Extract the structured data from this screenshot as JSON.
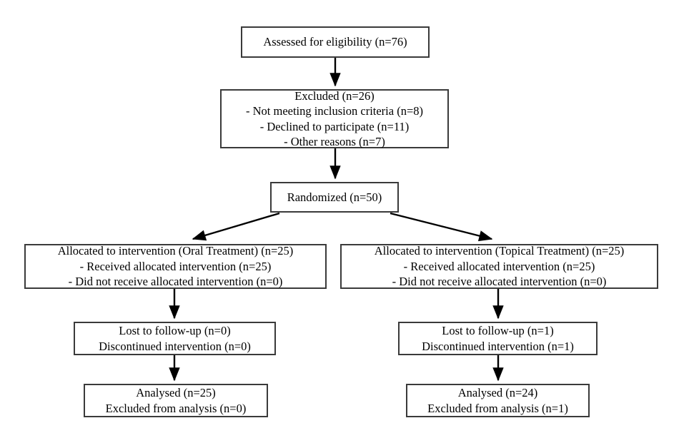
{
  "diagram": {
    "title": "CONSORT participant flow diagram",
    "type": "flowchart",
    "colors": {
      "background": "#ffffff",
      "box_border": "#3a3a3a",
      "text": "#000000",
      "arrow": "#000000"
    },
    "nodes": {
      "assessed": {
        "id": "assessed",
        "lines": [
          "Assessed for eligibility (n=76)"
        ]
      },
      "excluded": {
        "id": "excluded",
        "lines": [
          "Excluded (n=26)",
          "- Not meeting inclusion criteria (n=8)",
          "- Declined to participate (n=11)",
          "- Other reasons (n=7)"
        ]
      },
      "randomized": {
        "id": "randomized",
        "lines": [
          "Randomized (n=50)"
        ]
      },
      "allocation_left": {
        "id": "allocation-oral",
        "lines": [
          "Allocated to intervention (Oral Treatment) (n=25)",
          "- Received allocated intervention (n=25)",
          "- Did not receive allocated intervention (n=0)"
        ]
      },
      "allocation_right": {
        "id": "allocation-topical",
        "lines": [
          "Allocated to intervention (Topical Treatment) (n=25)",
          "- Received allocated intervention (n=25)",
          "- Did not receive allocated intervention (n=0)"
        ]
      },
      "followup_left": {
        "id": "followup-oral",
        "lines": [
          "Lost to follow-up (n=0)",
          "Discontinued intervention (n=0)"
        ]
      },
      "followup_right": {
        "id": "followup-topical",
        "lines": [
          "Lost to follow-up (n=1)",
          "Discontinued intervention (n=1)"
        ]
      },
      "analysis_left": {
        "id": "analysis-oral",
        "lines": [
          "Analysed (n=25)",
          "Excluded from analysis (n=0)"
        ]
      },
      "analysis_right": {
        "id": "analysis-topical",
        "lines": [
          "Analysed (n=24)",
          "Excluded from analysis (n=1)"
        ]
      }
    },
    "counts": {
      "assessed_for_eligibility": 76,
      "excluded_total": 26,
      "excluded_not_meeting_criteria": 8,
      "excluded_declined": 11,
      "excluded_other": 7,
      "randomized": 50,
      "oral_allocated": 25,
      "oral_received": 25,
      "oral_not_received": 0,
      "oral_lost_to_followup": 0,
      "oral_discontinued": 0,
      "oral_analysed": 25,
      "oral_excluded_from_analysis": 0,
      "topical_allocated": 25,
      "topical_received": 25,
      "topical_not_received": 0,
      "topical_lost_to_followup": 1,
      "topical_discontinued": 1,
      "topical_analysed": 24,
      "topical_excluded_from_analysis": 1
    },
    "edges": [
      {
        "from": "assessed",
        "to": "excluded",
        "style": "vertical-arrow"
      },
      {
        "from": "excluded",
        "to": "randomized",
        "style": "vertical-arrow"
      },
      {
        "from": "randomized",
        "to": "allocation-oral",
        "style": "diagonal-arrow"
      },
      {
        "from": "randomized",
        "to": "allocation-topical",
        "style": "diagonal-arrow"
      },
      {
        "from": "allocation-oral",
        "to": "followup-oral",
        "style": "vertical-arrow"
      },
      {
        "from": "allocation-topical",
        "to": "followup-topical",
        "style": "vertical-arrow"
      },
      {
        "from": "followup-oral",
        "to": "analysis-oral",
        "style": "vertical-arrow"
      },
      {
        "from": "followup-topical",
        "to": "analysis-topical",
        "style": "vertical-arrow"
      }
    ]
  }
}
